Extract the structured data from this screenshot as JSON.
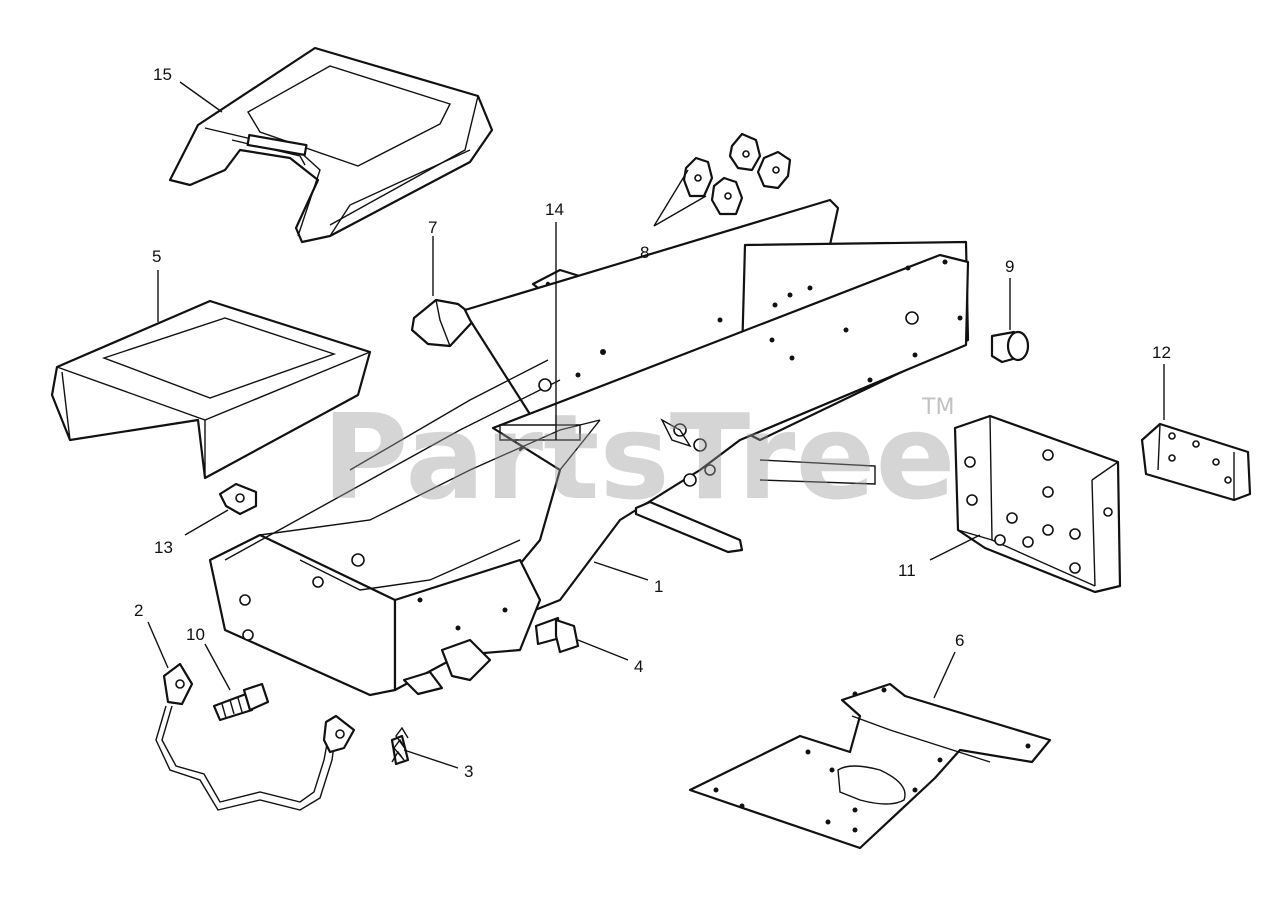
{
  "watermark": {
    "text": "PartsTree",
    "trademark": "TM"
  },
  "callouts": {
    "c1": "1",
    "c2": "2",
    "c3": "3",
    "c4": "4",
    "c5": "5",
    "c6": "6",
    "c7": "7",
    "c8": "8",
    "c9": "9",
    "c10": "10",
    "c11": "11",
    "c12": "12",
    "c13": "13",
    "c14": "14",
    "c15": "15"
  },
  "colors": {
    "line": "#111111",
    "background": "#ffffff",
    "watermark": "#9a9a9a"
  }
}
